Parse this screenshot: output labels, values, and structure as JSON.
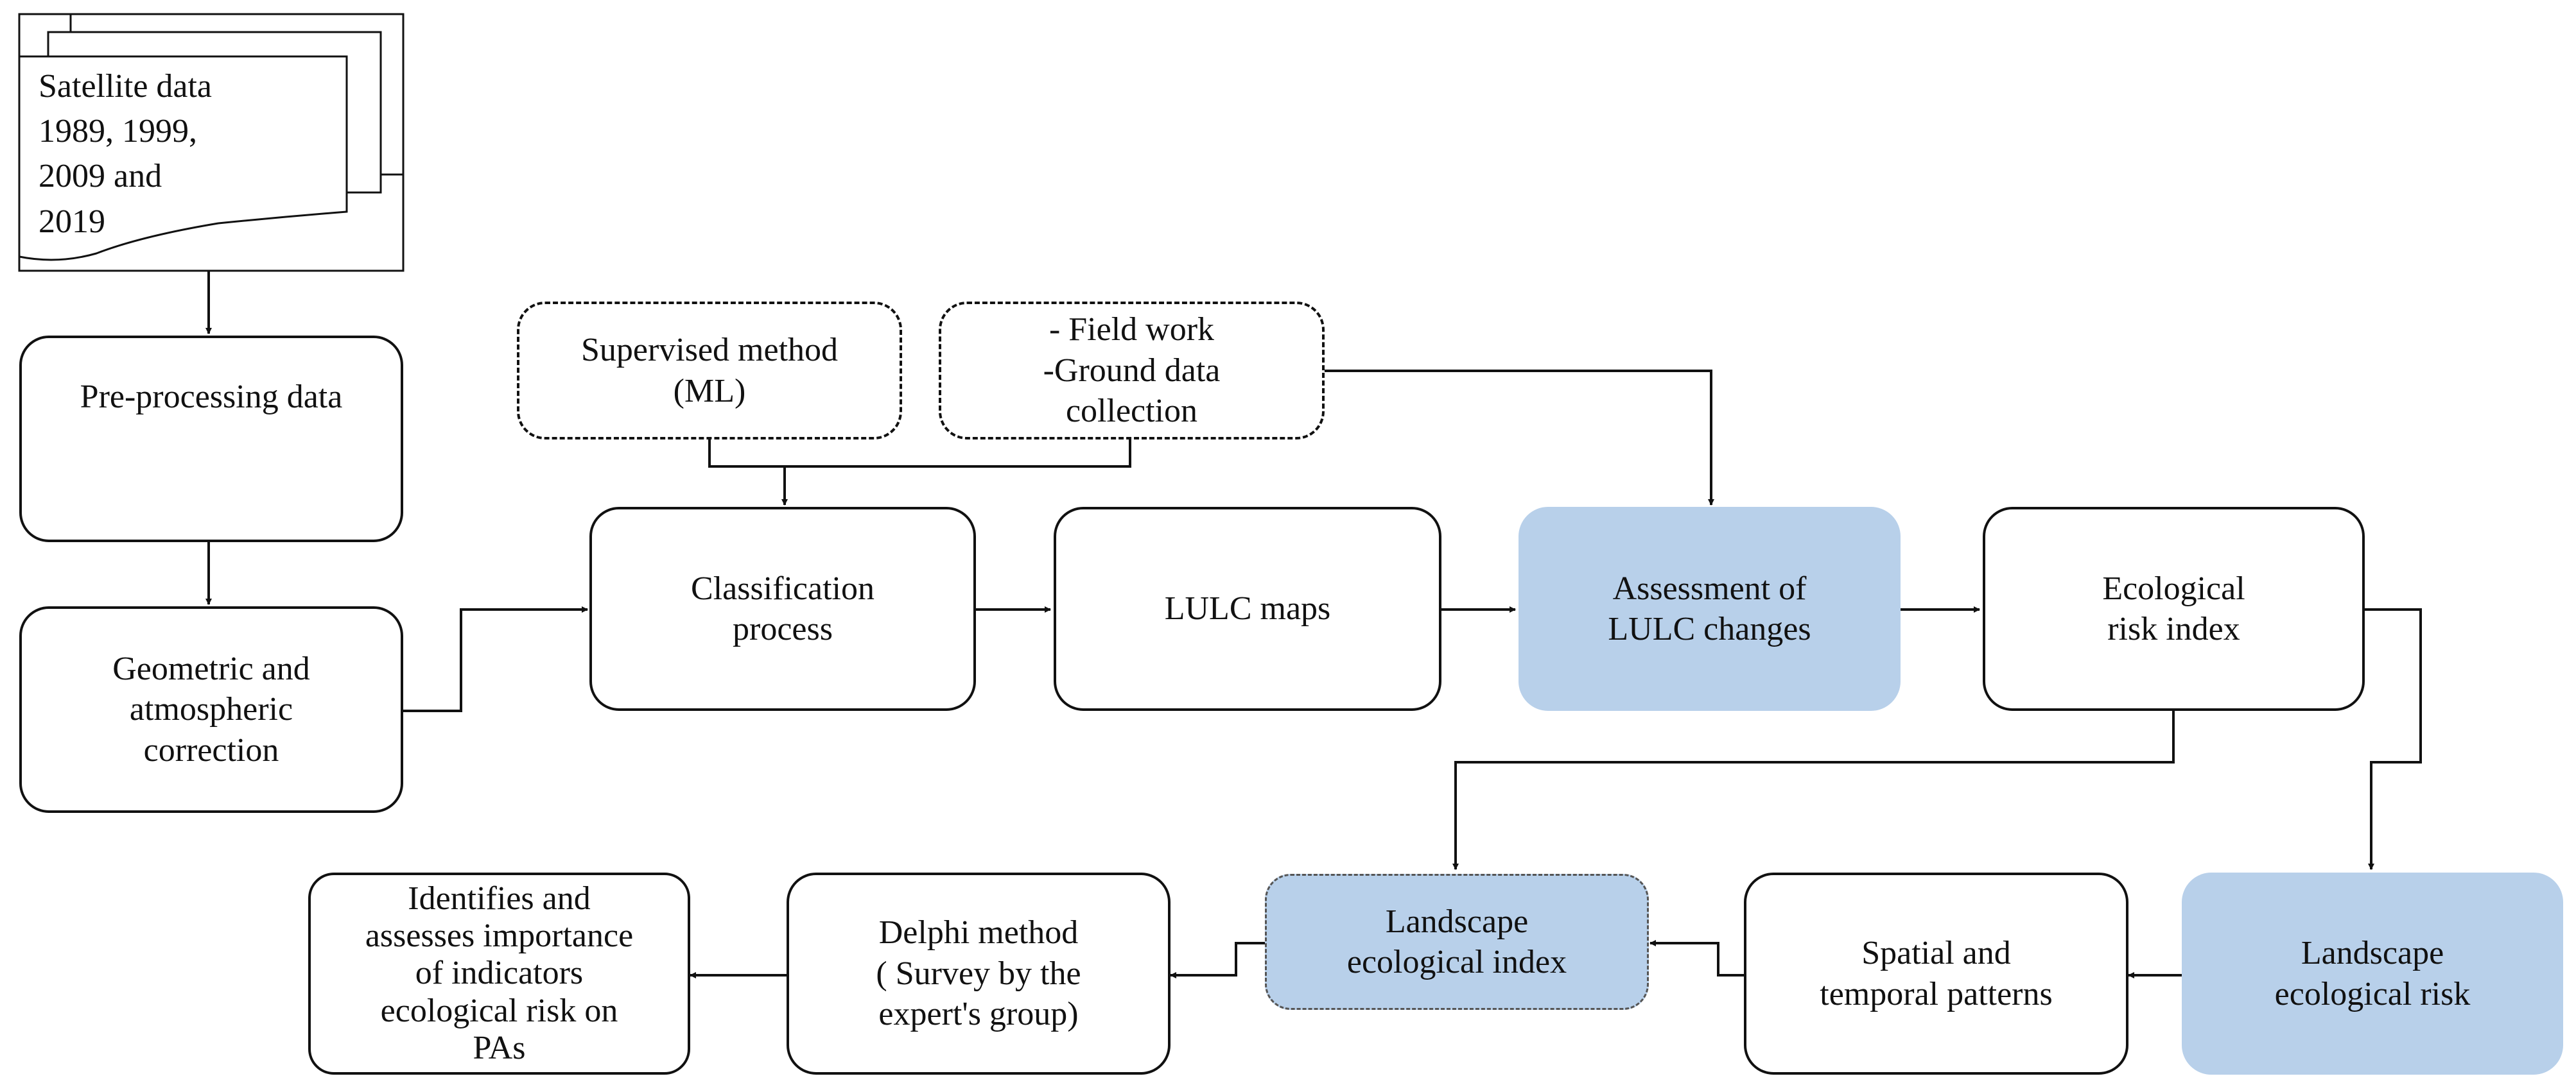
{
  "nodes": {
    "satellite": "Satellite data\n1989, 1999,\n2009 and\n2019",
    "preprocessing": "Pre-processing data",
    "geometric": "Geometric and\natmospheric\ncorrection",
    "supervised": "Supervised method\n(ML)",
    "fieldwork": "- Field work\n-Ground data\ncollection",
    "classification": "Classification\nprocess",
    "lulc_maps": "LULC maps",
    "assessment": "Assessment of\nLULC changes",
    "eco_risk_index": "Ecological\nrisk index",
    "landscape_risk": "Landscape\necological risk",
    "spatial": "Spatial and\ntemporal patterns",
    "landscape_index": "Landscape\necological index",
    "delphi": "Delphi method\n( Survey by the\nexpert's group)",
    "identifies": "Identifies and\nassesses importance\nof indicators\necological risk on\nPAs"
  },
  "colors": {
    "highlight": "#b8d0ea",
    "stroke": "#111111"
  }
}
